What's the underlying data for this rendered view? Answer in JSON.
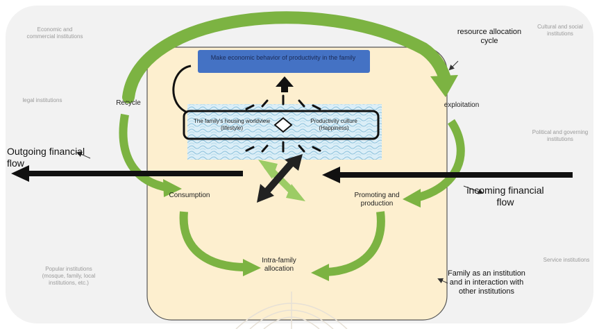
{
  "diagram": {
    "top_box": "Make economic behavior of productivity in the family",
    "inner_left": "The family's housing worldview (lifestyle)",
    "inner_right": "Productivity culture (Happiness)",
    "stages": {
      "recycle": "Recycle",
      "exploitation": "exploitation",
      "consumption": "Consumption",
      "promoting": "Promoting and production",
      "allocation": "Intra-family allocation"
    },
    "flows": {
      "outgoing": "Outgoing financial flow",
      "incoming": "incoming financial flow",
      "cycle": "resource allocation cycle",
      "family": "Family as an institution and in interaction with other institutions"
    },
    "institutions": {
      "economic": "Economic and commercial institutions",
      "legal": "legal institutions",
      "popular": "Popular institutions (mosque, family, local institutions, etc.)",
      "cultural": "Cultural and social institutions",
      "political": "Political and governing institutions",
      "service": "Service institutions"
    }
  },
  "colors": {
    "arrow_green": "#7cb342",
    "panel": "#fdefcf",
    "top_box": "#4472c4",
    "background": "#f2f2f2"
  }
}
